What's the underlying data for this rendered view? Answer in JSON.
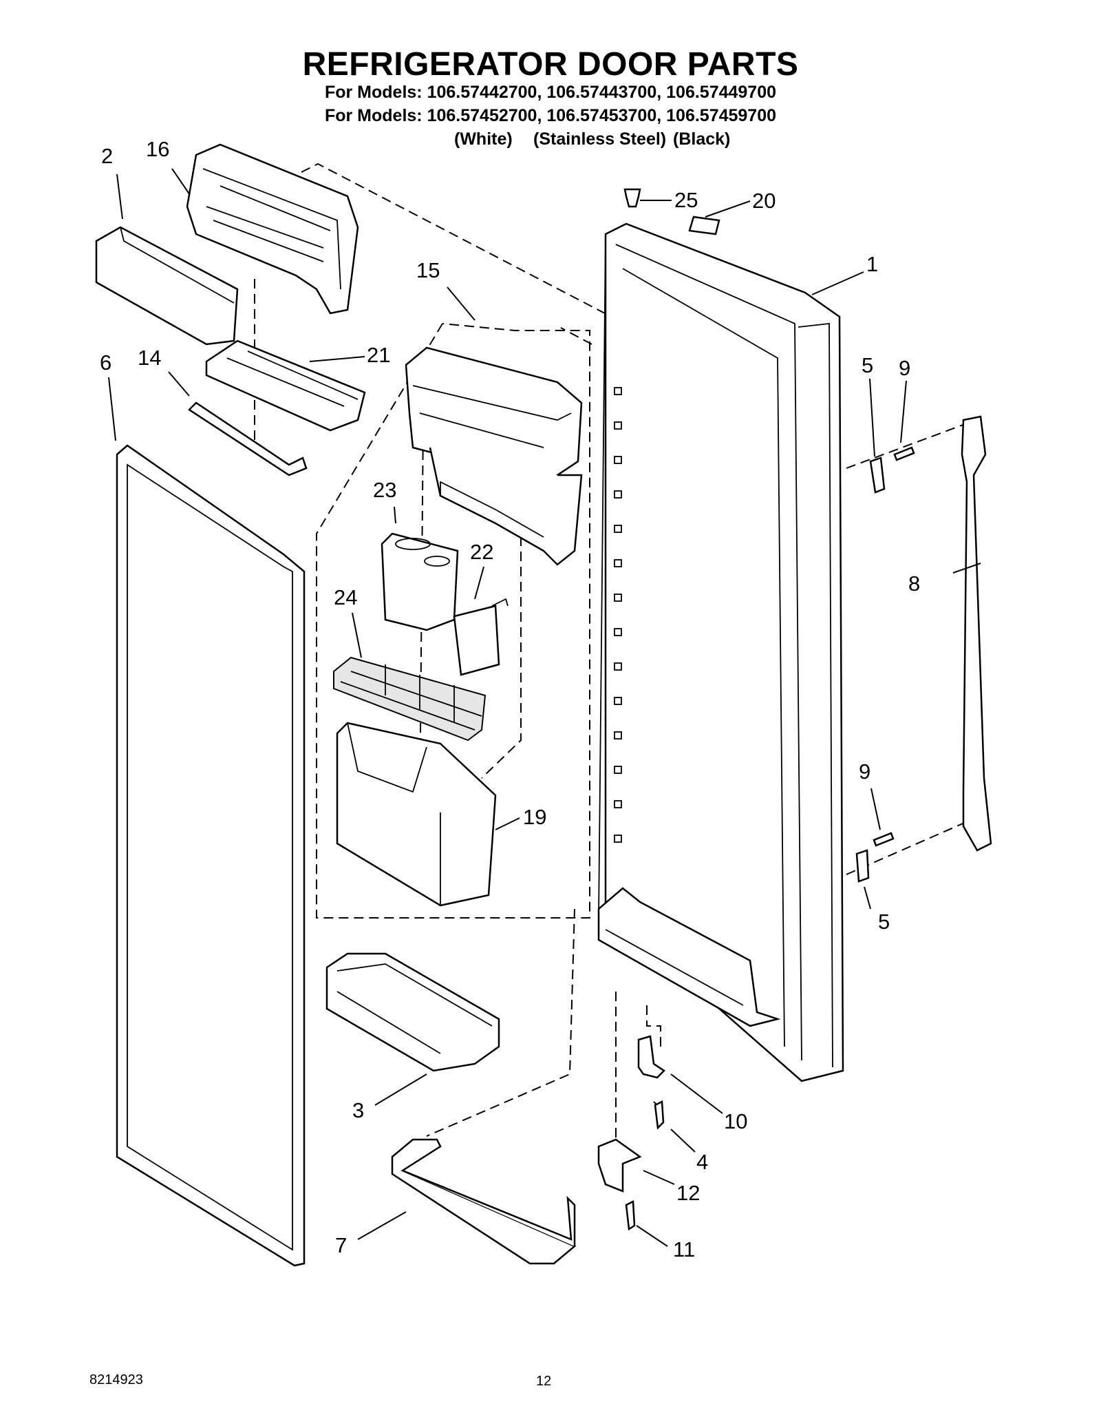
{
  "header": {
    "title": "REFRIGERATOR DOOR PARTS",
    "models_line_1": "For Models: 106.57442700, 106.57443700, 106.57449700",
    "models_line_2": "For Models: 106.57452700, 106.57453700, 106.57459700",
    "finishes": [
      "(White)",
      "(Stainless Steel)",
      "(Black)"
    ]
  },
  "callouts": {
    "c1": "1",
    "c2": "2",
    "c3": "3",
    "c4": "4",
    "c5a": "5",
    "c5b": "5",
    "c6": "6",
    "c7": "7",
    "c8": "8",
    "c9a": "9",
    "c9b": "9",
    "c10": "10",
    "c11": "11",
    "c12": "12",
    "c14": "14",
    "c15": "15",
    "c16": "16",
    "c19": "19",
    "c20": "20",
    "c21": "21",
    "c22": "22",
    "c23": "23",
    "c24": "24",
    "c25": "25"
  },
  "footer": {
    "doc_number": "8214923",
    "page_number": "12"
  }
}
